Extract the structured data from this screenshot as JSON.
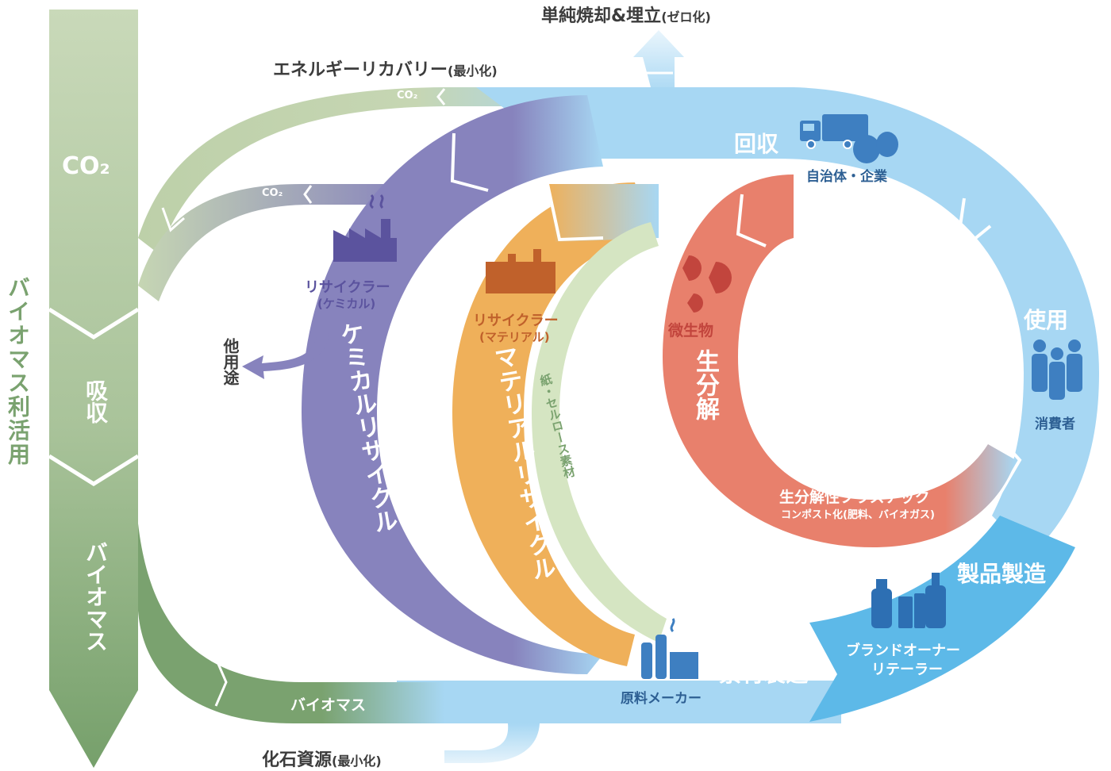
{
  "left_bar": {
    "title": "バイオマス利活用",
    "stages": [
      "CO₂",
      "吸収",
      "バイオマス"
    ]
  },
  "top": {
    "incineration": "単純焼却&埋立",
    "incineration_note": "(ゼロ化)",
    "energy_recovery": "エネルギーリカバリー",
    "energy_recovery_note": "(最小化)",
    "co2_tag": "CO₂"
  },
  "nodes": {
    "collection": {
      "title": "回収",
      "actor": "自治体・企業"
    },
    "use": {
      "title": "使用",
      "actor": "消費者"
    },
    "manufacturing": {
      "title": "製品製造",
      "actor_line1": "ブランドオーナー",
      "actor_line2": "リテーラー"
    },
    "materials": {
      "title": "素材製造",
      "actor": "原料メーカー"
    }
  },
  "loops": {
    "chemical": {
      "name": "ケミカルリサイクル",
      "actor": "リサイクラー",
      "actor_note": "(ケミカル)",
      "color": "#8783bd"
    },
    "material": {
      "name": "マテリアルリサイクル",
      "actor": "リサイクラー",
      "actor_note": "(マテリアル)",
      "color": "#efb05a"
    },
    "paper": {
      "name": "紙・セルロース素材",
      "color": "#d5e5c2"
    },
    "biodegradation": {
      "name": "生分解",
      "actor": "微生物",
      "product": "生分解性プラスチック",
      "product_note": "コンポスト化(肥料、バイオガス)",
      "color": "#e8806c"
    }
  },
  "other_use": "他用途",
  "biomass_flow": "バイオマス",
  "fossil": {
    "label": "化石資源",
    "note": "(最小化)"
  },
  "icons": [
    "garbage-truck-icon",
    "people-icon",
    "bottles-icon",
    "factory-icon",
    "chemical-factory-icon",
    "material-factory-icon",
    "microbes-icon"
  ],
  "colors": {
    "main_loop": "#a7d7f3",
    "manufacturing": "#5db9e8",
    "left_bar_top": "#c5d6b4",
    "left_bar_bottom": "#7aa26f",
    "text_dark": "#3c3c3c"
  }
}
